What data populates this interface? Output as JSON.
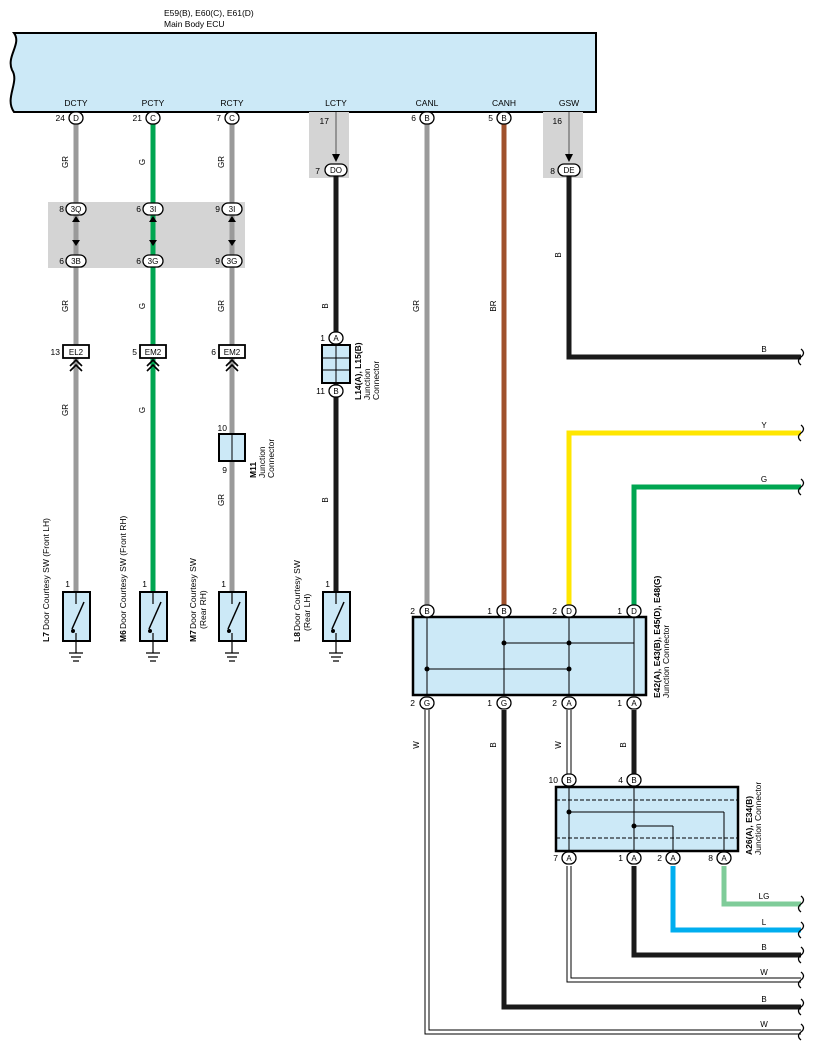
{
  "ecu": {
    "title": "E59(B), E60(C), E61(D)",
    "subtitle": "Main Body ECU",
    "signals": [
      "DCTY",
      "PCTY",
      "RCTY",
      "LCTY",
      "CANL",
      "CANH",
      "GSW"
    ],
    "pins": [
      {
        "num": "24",
        "conn": "D"
      },
      {
        "num": "21",
        "conn": "C"
      },
      {
        "num": "7",
        "conn": "C"
      },
      {
        "num": "17",
        "conn": ""
      },
      {
        "num": "6",
        "conn": "B"
      },
      {
        "num": "5",
        "conn": "B"
      },
      {
        "num": "16",
        "conn": ""
      }
    ]
  },
  "colors": {
    "gray": "#9a9a9a",
    "green": "#00a651",
    "black": "#1a1a1a",
    "brown": "#a0522d",
    "yellow": "#ffe600",
    "lightgreen": "#7fcc99",
    "blue": "#00aeef",
    "white": "#ffffff",
    "component_fill": "#cce9f7",
    "shade": "#d4d4d4"
  },
  "wire_codes": {
    "gr": "GR",
    "g": "G",
    "b": "B",
    "br": "BR",
    "w": "W",
    "y": "Y",
    "l": "L",
    "lg": "LG"
  },
  "inline": {
    "do_num": "7",
    "do_conn": "DO",
    "de_num": "8",
    "de_conn": "DE",
    "p3q_num": "8",
    "p3q": "3Q",
    "p3i1_num": "6",
    "p3i1": "3I",
    "p3i2_num": "9",
    "p3i2": "3I",
    "p3b_num": "6",
    "p3b": "3B",
    "p3g1_num": "6",
    "p3g1": "3G",
    "p3g2_num": "9",
    "p3g2": "3G"
  },
  "splices": {
    "el2_num": "13",
    "el2": "EL2",
    "em2a_num": "5",
    "em2a": "EM2",
    "em2b_num": "6",
    "em2b": "EM2"
  },
  "m11": {
    "code": "M11",
    "line1": "Junction",
    "line2": "Connector",
    "pin_top": "10",
    "pin_bottom": "9"
  },
  "l14": {
    "code": "L14(A), L15(B)",
    "line1": "Junction",
    "line2": "Connector",
    "pin_top_num": "1",
    "pin_top_conn": "A",
    "pin_bottom_num": "11",
    "pin_bottom_conn": "B"
  },
  "switches": [
    {
      "code": "L7",
      "name": "Door Courtesy SW (Front LH)",
      "line2": "",
      "pin": "1"
    },
    {
      "code": "M6",
      "name": "Door Courtesy SW (Front RH)",
      "line2": "",
      "pin": "1"
    },
    {
      "code": "M7",
      "name": "Door Courtesy SW",
      "line2": "(Rear RH)",
      "pin": "1"
    },
    {
      "code": "L8",
      "name": "Door Courtesy SW",
      "line2": "(Rear LH)",
      "pin": "1"
    }
  ],
  "jc1": {
    "code": "E42(A), E43(B), E45(D), E48(G)",
    "line1": "Junction Connector",
    "top_pins": [
      {
        "num": "2",
        "conn": "B"
      },
      {
        "num": "1",
        "conn": "B"
      },
      {
        "num": "2",
        "conn": "D"
      },
      {
        "num": "1",
        "conn": "D"
      }
    ],
    "bottom_pins": [
      {
        "num": "2",
        "conn": "G"
      },
      {
        "num": "1",
        "conn": "G"
      },
      {
        "num": "2",
        "conn": "A"
      },
      {
        "num": "1",
        "conn": "A"
      }
    ]
  },
  "jc2": {
    "code": "A26(A), E34(B)",
    "line1": "Junction Connector",
    "top_pins": [
      {
        "num": "10",
        "conn": "B"
      },
      {
        "num": "4",
        "conn": "B"
      }
    ],
    "bottom_pins": [
      {
        "num": "7",
        "conn": "A"
      },
      {
        "num": "1",
        "conn": "A"
      },
      {
        "num": "2",
        "conn": "A"
      },
      {
        "num": "8",
        "conn": "A"
      }
    ]
  },
  "right_outputs": [
    "B",
    "Y",
    "G",
    "LG",
    "L",
    "B",
    "W",
    "B",
    "W"
  ]
}
